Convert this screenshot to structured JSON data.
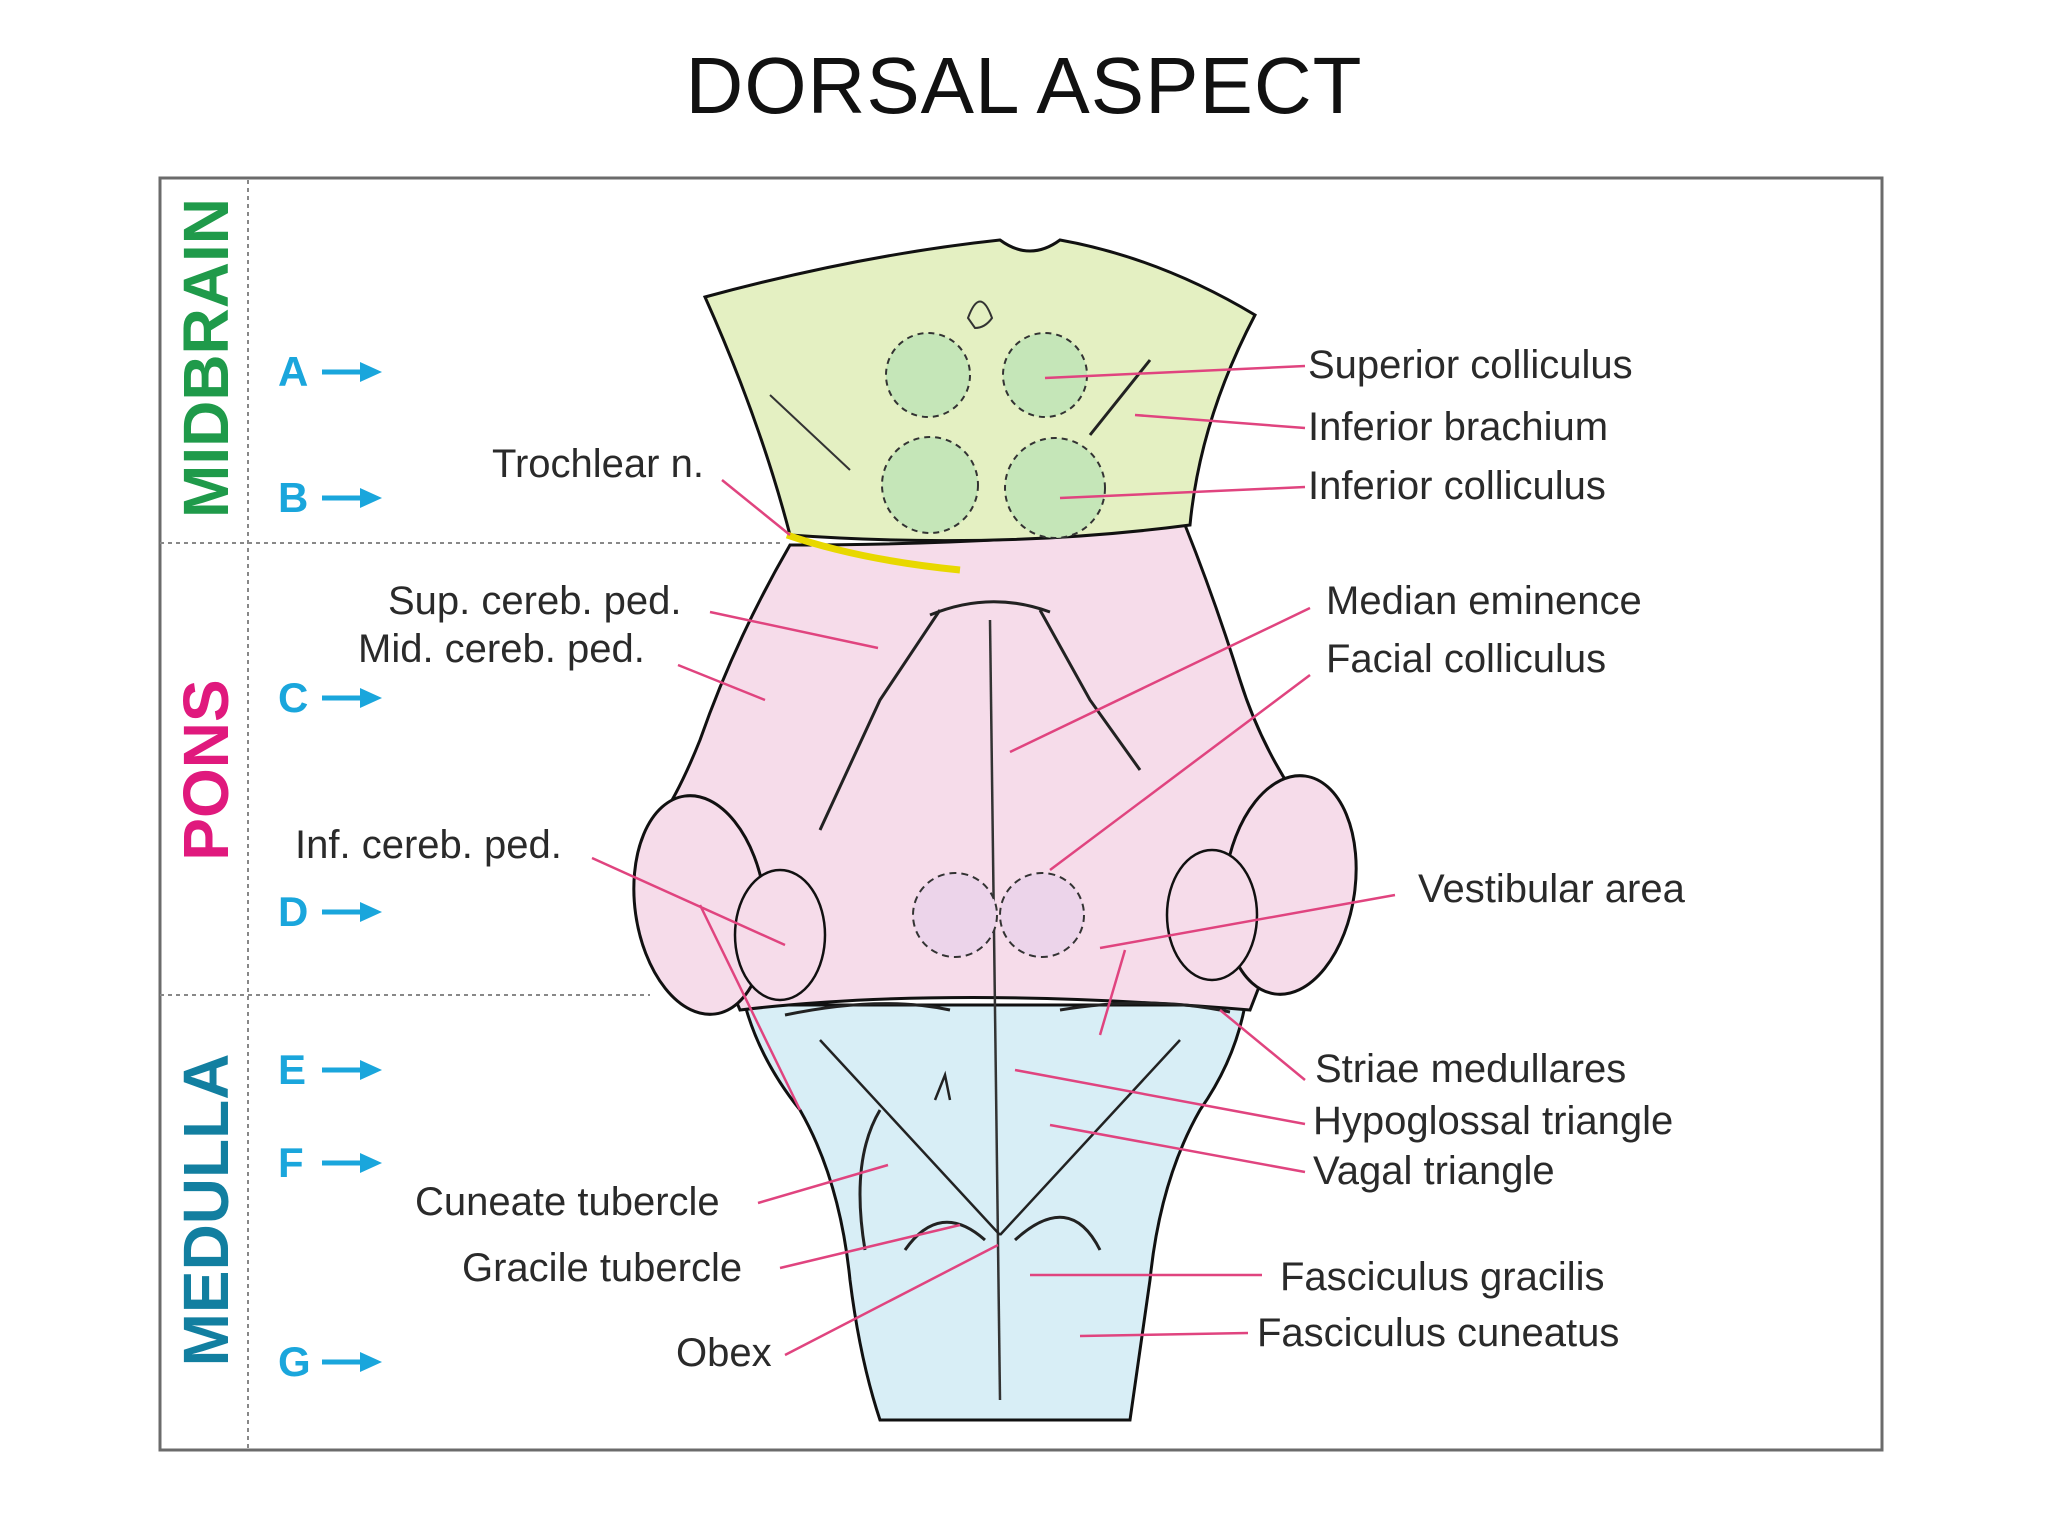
{
  "title": "DORSAL ASPECT",
  "regions": [
    {
      "name": "MIDBRAIN",
      "color": "#1f9a4a"
    },
    {
      "name": "PONS",
      "color": "#e0197d"
    },
    {
      "name": "MEDULLA",
      "color": "#127fa0"
    }
  ],
  "levels": [
    "A",
    "B",
    "C",
    "D",
    "E",
    "F",
    "G"
  ],
  "level_color": "#1aa6dc",
  "pointer_color": "#e0447f",
  "tissue_colors": {
    "midbrain": "#e4f0c2",
    "pons": "#f6dcea",
    "medulla": "#d8eef6",
    "trochlear": "#e8d800"
  },
  "labels": {
    "superior_colliculus": "Superior colliculus",
    "inferior_brachium": "Inferior brachium",
    "inferior_colliculus": "Inferior colliculus",
    "trochlear_n": "Trochlear n.",
    "sup_cereb_ped": "Sup. cereb. ped.",
    "mid_cereb_ped": "Mid. cereb. ped.",
    "median_eminence": "Median eminence",
    "facial_colliculus": "Facial colliculus",
    "inf_cereb_ped": "Inf. cereb. ped.",
    "vestibular_area": "Vestibular area",
    "striae_medullares": "Striae medullares",
    "hypoglossal_triangle": "Hypoglossal triangle",
    "vagal_triangle": "Vagal triangle",
    "cuneate_tubercle": "Cuneate tubercle",
    "gracile_tubercle": "Gracile tubercle",
    "obex": "Obex",
    "fasciculus_gracilis": "Fasciculus gracilis",
    "fasciculus_cuneatus": "Fasciculus cuneatus"
  }
}
